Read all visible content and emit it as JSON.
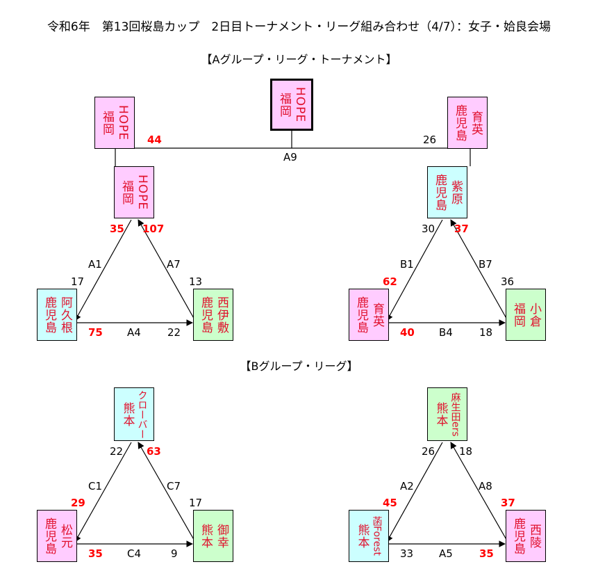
{
  "title": "令和6年　第13回桜島カップ　2日目トーナメント・リーグ組み合わせ（4/7）：女子・姶良会場",
  "section_a": "【Aグループ・リーグ・トーナメント】",
  "section_b": "【Bグループ・リーグ】",
  "colors": {
    "pink": "#ffccff",
    "cyan": "#ccffff",
    "green": "#ccffcc",
    "team_text": "#e0102c",
    "winner_score": "#ff0000"
  },
  "teams": {
    "hope_left": [
      "HOPE",
      "福岡"
    ],
    "hope_center": [
      "HOPE",
      "福岡"
    ],
    "ikuei_right": [
      "育英",
      "鹿児島"
    ],
    "hope_a": [
      "HOPE",
      "福岡"
    ],
    "shibara": [
      "紫原",
      "鹿児島"
    ],
    "akune": [
      "阿久根",
      "鹿児島"
    ],
    "nishi_izaku": [
      "西伊敷",
      "鹿児島"
    ],
    "ikuei_b": [
      "育英",
      "鹿児島"
    ],
    "kokura": [
      "小倉",
      "福岡"
    ],
    "clover": [
      "クローバー",
      "熊本"
    ],
    "asoda": [
      "麻生田ers",
      "熊本"
    ],
    "matsumoto": [
      "松元",
      "鹿児島"
    ],
    "miyuki": [
      "御幸",
      "熊本"
    ],
    "forest": [
      "菡Forest",
      "熊本"
    ],
    "nishiryo": [
      "西陵",
      "鹿児島"
    ]
  },
  "final": {
    "match": "A9",
    "left_score": "44",
    "right_score": "26"
  },
  "group_a1": {
    "m1": "A1",
    "m2": "A4",
    "m3": "A7",
    "top_left": "35",
    "top_right": "107",
    "left_top": "17",
    "left_bottom": "75",
    "right_top": "13",
    "right_bottom": "22"
  },
  "group_a2": {
    "m1": "B1",
    "m2": "B4",
    "m3": "B7",
    "top_left": "30",
    "top_right": "37",
    "left_top": "62",
    "left_bottom": "40",
    "right_top": "36",
    "right_bottom": "18"
  },
  "group_b1": {
    "m1": "C1",
    "m2": "C4",
    "m3": "C7",
    "top_left": "22",
    "top_right": "63",
    "left_top": "29",
    "left_bottom": "35",
    "right_top": "17",
    "right_bottom": "9"
  },
  "group_b2": {
    "m1": "A2",
    "m2": "A5",
    "m3": "A8",
    "top_left": "26",
    "top_right": "18",
    "left_top": "45",
    "left_bottom": "33",
    "right_top": "37",
    "right_bottom": "35"
  }
}
